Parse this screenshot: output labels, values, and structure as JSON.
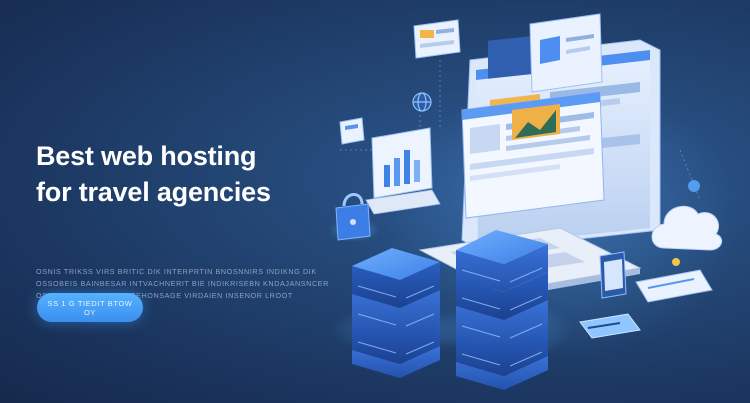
{
  "hero": {
    "headline_line1": "Best web hosting",
    "headline_line2": "for travel agencies",
    "description_lines": [
      "OSNIS TRIKSS VIRS BRITIC DIK INTERPRTIN BNOSNNIRS INDIKNG DIK",
      "OSSOBEIS BAINBESAR INTVACHNERIT BIE INDIKRISEBN KNDAJANSNCER",
      "OSOSNBIS INGENDIE IKTEHONSAGE VIRDAIEN INSENOR LROOT"
    ],
    "cta_label": "SS 1 G TIEDIT BTOW OY"
  },
  "colors": {
    "background": "#1e3a64",
    "accent": "#3a8ff0",
    "server_blue": "#3c7fe8"
  },
  "icons": [
    "server-rack-icon",
    "laptop-icon",
    "browser-window-icon",
    "cloud-icon",
    "padlock-icon",
    "globe-icon",
    "bar-chart-icon",
    "phone-icon",
    "card-icon"
  ]
}
